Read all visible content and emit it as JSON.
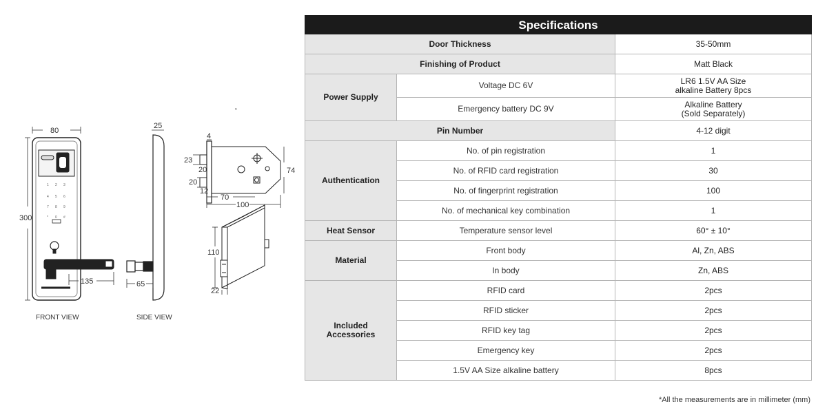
{
  "drawings": {
    "front_view": {
      "caption": "FRONT VIEW",
      "width": "80",
      "height": "300",
      "handle": "135",
      "keypad": [
        "1",
        "2",
        "3",
        "4",
        "5",
        "6",
        "7",
        "8",
        "9",
        "*",
        "0",
        "#"
      ]
    },
    "side_view": {
      "caption": "SIDE VIEW",
      "depth": "25",
      "handle": "65"
    },
    "mortise": {
      "top_a": "4",
      "left_a": "23",
      "left_b": "20",
      "left_c": "20",
      "left_d": "12",
      "bottom_a": "70",
      "bottom_b": "100",
      "right": "74",
      "stray": "n"
    },
    "mortise_3d": {
      "height": "110",
      "depth": "22"
    }
  },
  "table": {
    "title": "Specifications",
    "rows": {
      "door_thickness": {
        "label": "Door Thickness",
        "value": "35-50mm"
      },
      "finishing": {
        "label": "Finishing of Product",
        "value": "Matt Black"
      },
      "power": {
        "label": "Power Supply",
        "items": [
          {
            "name": "Voltage DC 6V",
            "value_l1": "LR6 1.5V AA Size",
            "value_l2": "alkaline Battery 8pcs"
          },
          {
            "name": "Emergency battery DC 9V",
            "value_l1": "Alkaline Battery",
            "value_l2": "(Sold Separately)"
          }
        ]
      },
      "pin": {
        "label": "Pin Number",
        "value": "4-12 digit"
      },
      "auth": {
        "label": "Authentication",
        "items": [
          {
            "name": "No. of pin registration",
            "value": "1"
          },
          {
            "name": "No. of RFID card registration",
            "value": "30"
          },
          {
            "name": "No. of fingerprint registration",
            "value": "100"
          },
          {
            "name": "No. of mechanical key combination",
            "value": "1"
          }
        ]
      },
      "heat": {
        "label": "Heat Sensor",
        "name": "Temperature sensor level",
        "value": "60° ± 10°"
      },
      "material": {
        "label": "Material",
        "items": [
          {
            "name": "Front body",
            "value": "Al, Zn, ABS"
          },
          {
            "name": "In body",
            "value": "Zn, ABS"
          }
        ]
      },
      "accessories": {
        "label_l1": "Included",
        "label_l2": "Accessories",
        "items": [
          {
            "name": "RFID card",
            "value": "2pcs"
          },
          {
            "name": "RFID sticker",
            "value": "2pcs"
          },
          {
            "name": "RFID key tag",
            "value": "2pcs"
          },
          {
            "name": "Emergency key",
            "value": "2pcs"
          },
          {
            "name": "1.5V AA Size alkaline battery",
            "value": "8pcs"
          }
        ]
      }
    }
  },
  "note": "*All the measurements are in millimeter (mm)"
}
